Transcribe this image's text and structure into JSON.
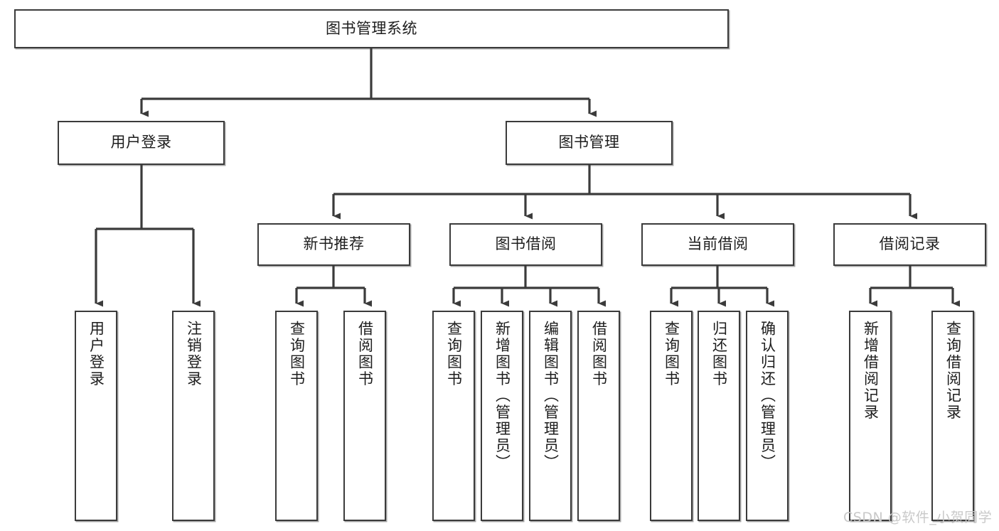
{
  "diagram": {
    "title": "图书管理系统",
    "type": "tree-hierarchy",
    "watermark": "CSDN @软件_小贺同学",
    "nodes": {
      "root": {
        "label": "图书管理系统"
      },
      "level2": [
        {
          "id": "user-login",
          "label": "用户登录"
        },
        {
          "id": "book-manage",
          "label": "图书管理"
        }
      ],
      "level3": [
        {
          "id": "new-book-recommend",
          "label": "新书推荐"
        },
        {
          "id": "book-borrow",
          "label": "图书借阅"
        },
        {
          "id": "current-borrow",
          "label": "当前借阅"
        },
        {
          "id": "borrow-record",
          "label": "借阅记录"
        }
      ],
      "leaves": {
        "user-login": [
          {
            "id": "leaf-user-login",
            "label": "用户登录"
          },
          {
            "id": "leaf-user-logout",
            "label": "注销登录"
          }
        ],
        "new-book-recommend": [
          {
            "id": "leaf-query-book-1",
            "label": "查询图书"
          },
          {
            "id": "leaf-borrow-book-1",
            "label": "借阅图书"
          }
        ],
        "book-borrow": [
          {
            "id": "leaf-query-book-2",
            "label": "查询图书"
          },
          {
            "id": "leaf-add-book",
            "label": "新增图书（管理员）"
          },
          {
            "id": "leaf-edit-book",
            "label": "编辑图书（管理员）"
          },
          {
            "id": "leaf-borrow-book-2",
            "label": "借阅图书"
          }
        ],
        "current-borrow": [
          {
            "id": "leaf-query-book-3",
            "label": "查询图书"
          },
          {
            "id": "leaf-return-book",
            "label": "归还图书"
          },
          {
            "id": "leaf-confirm-return",
            "label": "确认归还（管理员）"
          }
        ],
        "borrow-record": [
          {
            "id": "leaf-add-record",
            "label": "新增借阅记录"
          },
          {
            "id": "leaf-query-record",
            "label": "查询借阅记录"
          }
        ]
      }
    },
    "colors": {
      "border": "#3b3b3b",
      "text": "#1d1d1d",
      "background": "#ffffff",
      "connector": "#3b3b3b",
      "watermark": "#c9c9c9"
    }
  }
}
